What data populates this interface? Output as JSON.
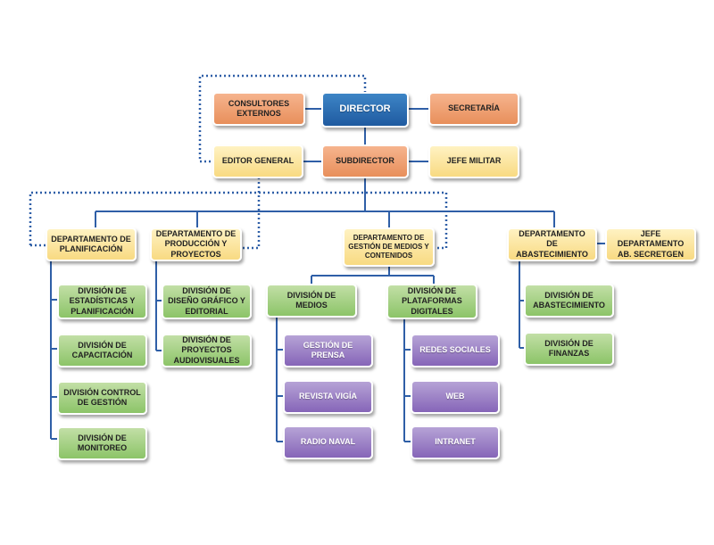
{
  "colors": {
    "line": "#2f5fa7",
    "dotted": "#2f5fa7",
    "director": "#1f5aa0",
    "orange": "#e88f5b",
    "yellow": "#f8da82",
    "green": "#8cc468",
    "purple": "#8665b8"
  },
  "top": {
    "director": "DIRECTOR",
    "consultores": "CONSULTORES EXTERNOS",
    "secretaria": "SECRETARÍA",
    "subdirector": "SUBDIRECTOR",
    "editor": "EDITOR GENERAL",
    "jefe_militar": "JEFE MILITAR"
  },
  "departments": {
    "planificacion": "DEPARTAMENTO DE PLANIFICACIÓN",
    "produccion": "DEPARTAMENTO DE PRODUCCIÓN Y PROYECTOS",
    "gestion": "DEPARTAMENTO DE GESTIÓN DE MEDIOS Y CONTENIDOS",
    "abastecimiento": "DEPARTAMENTO DE ABASTECIMIENTO",
    "jefe_ab": "JEFE DEPARTAMENTO AB. SECRETGEN"
  },
  "divisions": {
    "planificacion": [
      "DIVISIÓN DE ESTADÍSTICAS Y PLANIFICACIÓN",
      "DIVISIÓN DE CAPACITACIÓN",
      "DIVISIÓN CONTROL DE GESTIÓN",
      "DIVISIÓN DE MONITOREO"
    ],
    "produccion": [
      "DIVISIÓN DE DISEÑO GRÁFICO Y EDITORIAL",
      "DIVISIÓN DE PROYECTOS AUDIOVISUALES"
    ],
    "medios": "DIVISIÓN DE MEDIOS",
    "plataformas": "DIVISIÓN DE PLATAFORMAS DIGITALES",
    "abastecimiento": [
      "DIVISIÓN DE ABASTECIMIENTO",
      "DIVISIÓN DE FINANZAS"
    ]
  },
  "units": {
    "medios": [
      "GESTIÓN DE PRENSA",
      "REVISTA VIGÍA",
      "RADIO NAVAL"
    ],
    "plataformas": [
      "REDES SOCIALES",
      "WEB",
      "INTRANET"
    ]
  }
}
